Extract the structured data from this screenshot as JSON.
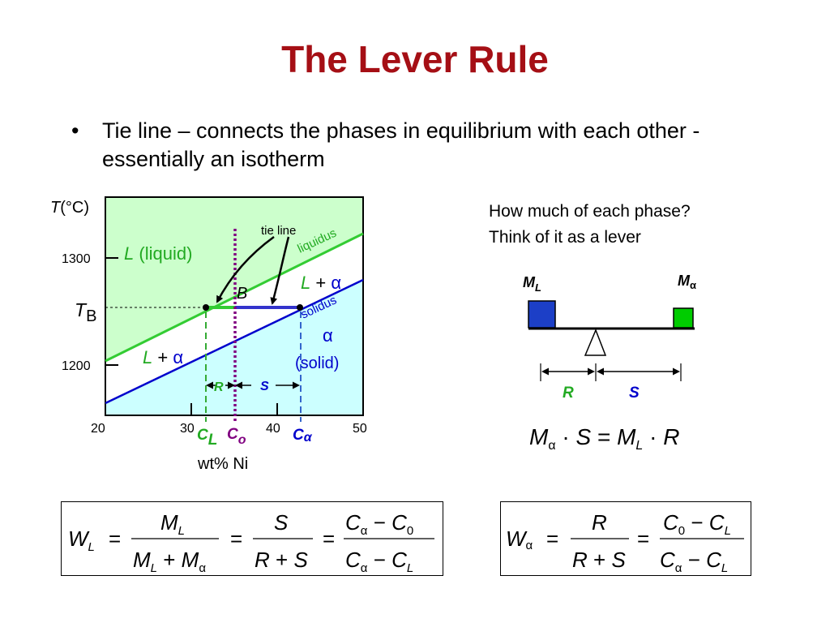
{
  "slide": {
    "title": "The Lever Rule",
    "bullet": "•",
    "bullet_text": "Tie line – connects the phases in equilibrium with each other - essentially an isotherm"
  },
  "colors": {
    "title": "#a50f15",
    "liquid_region": "#ccffcc",
    "solid_region": "#ccffff",
    "liquidus": "#33cc33",
    "solidus": "#0000cc",
    "composition_line": "#800080",
    "mass_L": "#1c3fc7",
    "mass_alpha": "#00cc00"
  },
  "diagram": {
    "y_label_T": "T",
    "y_label_unit": "(°C)",
    "y_ticks": [
      "1300",
      "1200"
    ],
    "x_ticks": [
      "20",
      "30",
      "40",
      "50"
    ],
    "x_label": "wt% Ni",
    "TB_T": "T",
    "TB_B": "B",
    "region_L_symbol": "L",
    "region_L_text": "(liquid)",
    "two_phase_L": "L",
    "two_phase_plus": "+",
    "two_phase_alpha": "α",
    "alpha_symbol": "α",
    "solid_text": "(solid)",
    "tie_line_label": "tie line",
    "liquidus_label": "liquidus",
    "solidus_label": "solidus",
    "point_B": "B",
    "R": "R",
    "S": "S",
    "C": "C",
    "sub_L": "L",
    "sub_o": "o",
    "sub_alpha": "α"
  },
  "lever": {
    "question_line1": "How much of each phase?",
    "question_line2": "Think of it as a lever",
    "M": "M",
    "sub_L": "L",
    "sub_alpha": "α",
    "R": "R",
    "S": "S",
    "eq_M": "M",
    "eq_alpha": "α",
    "eq_dot": "·",
    "eq_S": "S",
    "eq_equals": "=",
    "eq_L": "L",
    "eq_R": "R"
  },
  "equations": {
    "W": "W",
    "L": "L",
    "alpha": "α",
    "M": "M",
    "S": "S",
    "R": "R",
    "C": "C",
    "zero": "0",
    "equals": "=",
    "plus": "+",
    "minus": "−"
  }
}
